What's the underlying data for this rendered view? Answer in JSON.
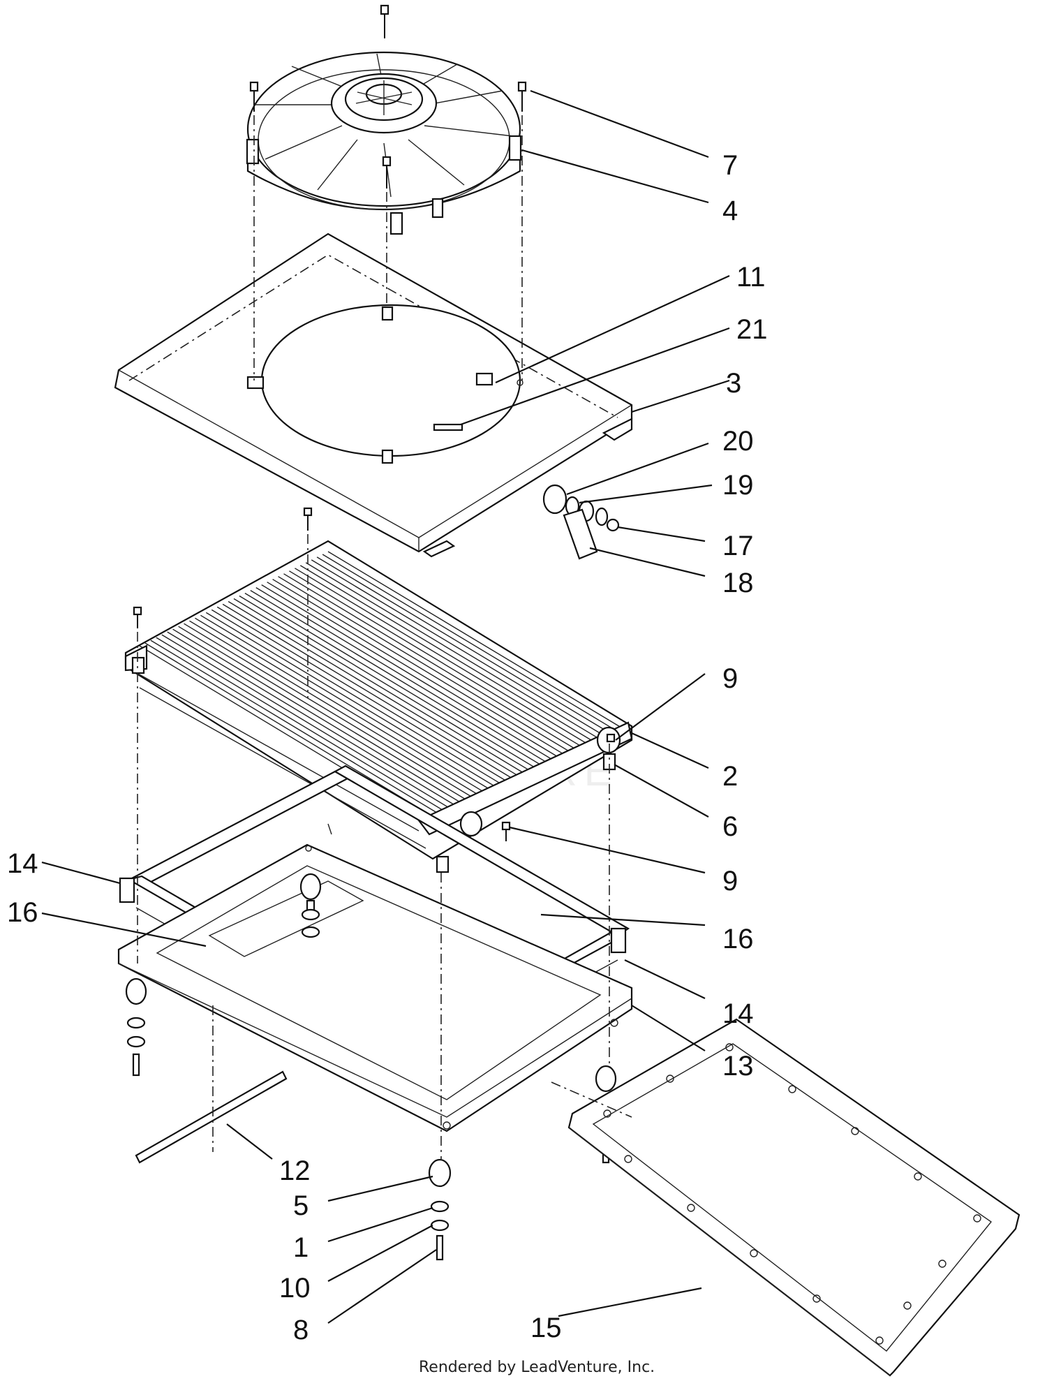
{
  "callouts": [
    {
      "id": "7",
      "label": "7"
    },
    {
      "id": "4",
      "label": "4"
    },
    {
      "id": "11",
      "label": "11"
    },
    {
      "id": "21",
      "label": "21"
    },
    {
      "id": "3",
      "label": "3"
    },
    {
      "id": "20",
      "label": "20"
    },
    {
      "id": "19",
      "label": "19"
    },
    {
      "id": "17",
      "label": "17"
    },
    {
      "id": "18",
      "label": "18"
    },
    {
      "id": "9a",
      "label": "9"
    },
    {
      "id": "2",
      "label": "2"
    },
    {
      "id": "6",
      "label": "6"
    },
    {
      "id": "9b",
      "label": "9"
    },
    {
      "id": "14a",
      "label": "14"
    },
    {
      "id": "16a",
      "label": "16"
    },
    {
      "id": "16b",
      "label": "16"
    },
    {
      "id": "14b",
      "label": "14"
    },
    {
      "id": "13",
      "label": "13"
    },
    {
      "id": "12",
      "label": "12"
    },
    {
      "id": "5",
      "label": "5"
    },
    {
      "id": "1",
      "label": "1"
    },
    {
      "id": "10",
      "label": "10"
    },
    {
      "id": "8",
      "label": "8"
    },
    {
      "id": "15",
      "label": "15"
    }
  ],
  "watermark": "VENTURE",
  "footer": {
    "credit": "Rendered by LeadVenture, Inc."
  }
}
